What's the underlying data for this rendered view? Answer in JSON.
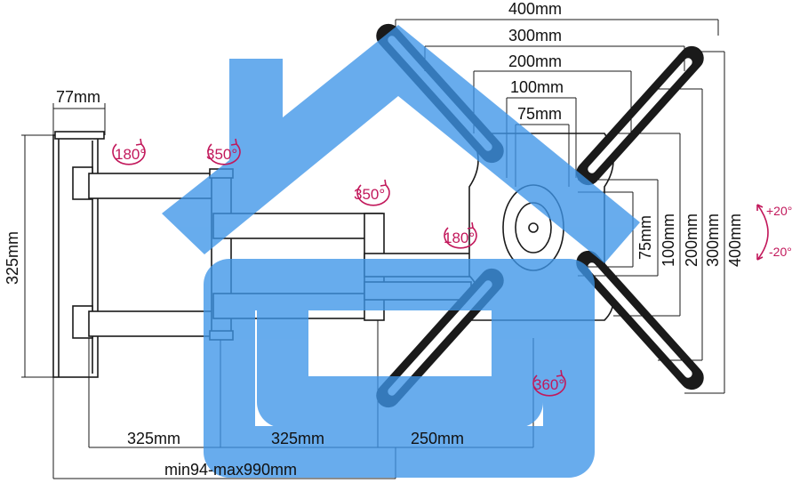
{
  "colors": {
    "line": "#1a1a1a",
    "rotation": "#c2185b",
    "watermark": "#3d95e8"
  },
  "dimensions": {
    "top_width": "77mm",
    "vesa_400": "400mm",
    "vesa_300": "300mm",
    "vesa_200": "200mm",
    "vesa_100": "100mm",
    "vesa_75": "75mm",
    "height_325": "325mm",
    "vert_75": "75mm",
    "vert_100": "100mm",
    "vert_200": "200mm",
    "vert_300": "300mm",
    "vert_400": "400mm",
    "arm_1": "325mm",
    "arm_2": "325mm",
    "arm_3": "250mm",
    "extension": "min94-max990mm"
  },
  "rotations": {
    "wall_swivel": "180°",
    "arm1_swivel": "350°",
    "arm2_swivel": "350°",
    "head_swivel": "180°",
    "plate_rotate": "360°"
  },
  "tilt": {
    "up": "+20°",
    "down": "-20°"
  },
  "watermark_icon": "house-icon"
}
